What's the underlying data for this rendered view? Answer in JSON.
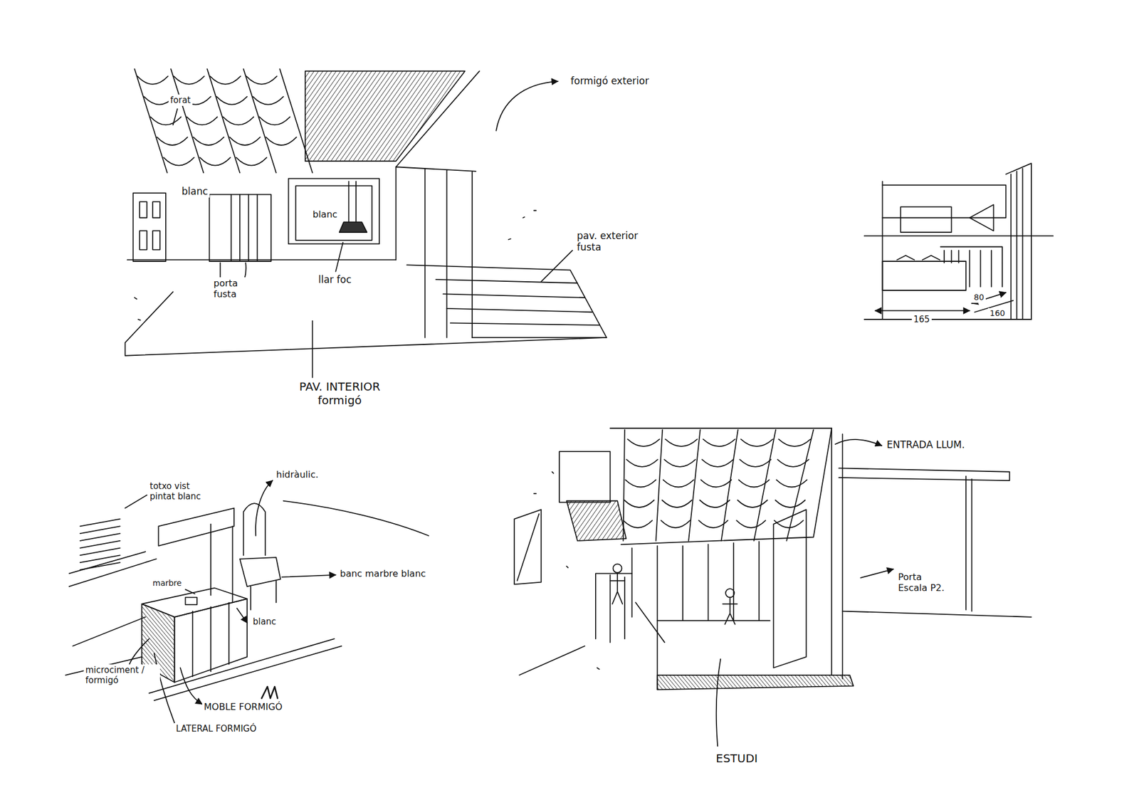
{
  "diagram": {
    "labels": [
      "forat",
      "blanc",
      "blanc",
      "formigó exterior",
      "pav. exterior fusta",
      "porta fusta",
      "llar foc",
      "PAV. INTERIOR formigó",
      "165",
      "80",
      "160",
      "totxo vist pintat blanc",
      "hidràulic.",
      "banc marbre blanc",
      "marbre",
      "microciment / formigó",
      "blanc",
      "MOBLE FORMIGÓ",
      "LATERAL FORMIGÓ",
      "ENTRADA LLUM.",
      "Porta Escala P2.",
      "ESTUDI"
    ]
  }
}
